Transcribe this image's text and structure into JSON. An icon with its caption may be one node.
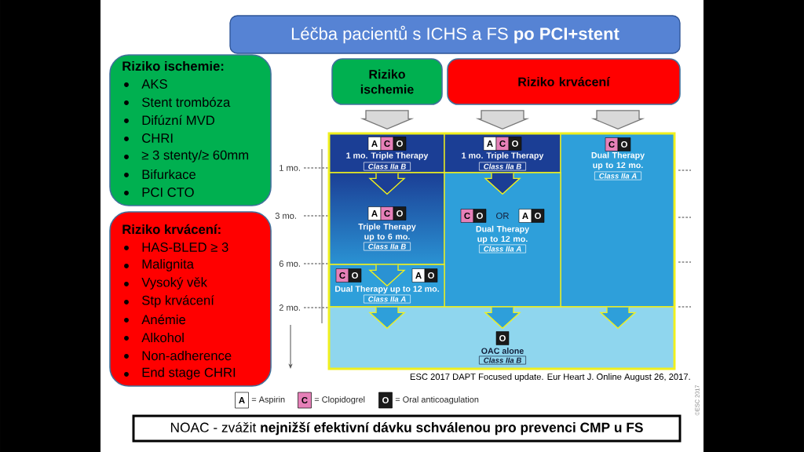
{
  "diagram": {
    "title": "Léčba pacientů s ICHS a FS **po PCI+stent**",
    "nodes": [
      {
        "text": [
          "Riziko ischemie:",
          "AKS",
          "Stent trombóza",
          "Difúzní MVD",
          "CHRI",
          "≥ 3 stenty/≥ 60mm",
          "Bifurkace",
          "PCI CTO"
        ]
      },
      {
        "text": [
          "Riziko krvácení:",
          "HAS-BLED ≥ 3",
          "Malignita",
          "Vysoký věk",
          "Stp krvácení",
          "Anémie",
          "Alkohol",
          "Non-adherence",
          "End stage CHRI"
        ]
      },
      {
        "text": [
          "Riziko ischemie"
        ]
      },
      {
        "text": [
          "Riziko krvácení"
        ]
      },
      {
        "text": [
          "1 mo. Triple Therapy",
          "Class IIa B"
        ]
      },
      {
        "text": [
          "A",
          "C",
          "O"
        ],
        "in": 4
      },
      {
        "text": [
          "1 mo. Triple Therapy",
          "Class IIa B"
        ]
      },
      {
        "text": [
          "A",
          "C",
          "O"
        ],
        "in": 6
      },
      {
        "text": [
          "Dual Therapy up to 12 mo.",
          "Class IIa A"
        ]
      },
      {
        "text": [
          "C",
          "O"
        ],
        "in": 8
      },
      {
        "text": [
          "Triple Therapy up to 6 mo.",
          "Class IIa B"
        ]
      },
      {
        "text": [
          "A",
          "C",
          "O"
        ],
        "in": 10
      },
      {
        "text": [
          "OR",
          "Dual Therapy up to 12 mo.",
          "Class IIa A"
        ]
      },
      {
        "text": [
          "C",
          "O"
        ],
        "in": 12
      },
      {
        "text": [
          "A",
          "O"
        ],
        "in": 12
      },
      {
        "text": [
          "Dual Therapy up to 12 mo.",
          "Class IIa A"
        ]
      },
      {
        "text": [
          "C",
          "O"
        ],
        "in": 15
      },
      {
        "text": [
          "A",
          "O"
        ],
        "in": 15
      },
      {
        "text": [
          "OAC alone",
          "Class IIa B"
        ]
      },
      {
        "text": [
          "O"
        ],
        "in": 18
      },
      {
        "text": [
          "NOAC - zvážit **nejnižší efektivní dávku schválenou pro prevenci CMP u FS**"
        ]
      }
    ],
    "edges": [
      {
        "from": 2,
        "to": 4,
        "arrow": "to",
        "color": "#d9d9d9"
      },
      {
        "from": 3,
        "to": 6,
        "arrow": "to",
        "color": "#d9d9d9"
      },
      {
        "from": 3,
        "to": 8,
        "arrow": "to",
        "color": "#d9d9d9"
      },
      {
        "from": 4,
        "to": 10,
        "arrow": "to"
      },
      {
        "from": 6,
        "to": 12,
        "arrow": "to"
      },
      {
        "from": 10,
        "to": 15,
        "arrow": "to"
      },
      {
        "from": 15,
        "to": 18,
        "arrow": "to"
      },
      {
        "from": 12,
        "to": 18,
        "arrow": "to"
      },
      {
        "from": 8,
        "to": 18,
        "arrow": "to"
      }
    ],
    "labels": [
      "1 mo.",
      "3 mo.",
      "6 mo.",
      "2 mo.",
      "ESC 2017 DAPT Focused update. Eur Heart J. Online August 26, 2017.",
      "A",
      "C",
      "O",
      "©ESC 2017"
    ],
    "legend": [
      {
        "text": "= Aspirin"
      },
      {
        "text": "= Clopidogrel"
      },
      {
        "text": "= Oral anticoagulation"
      }
    ]
  }
}
